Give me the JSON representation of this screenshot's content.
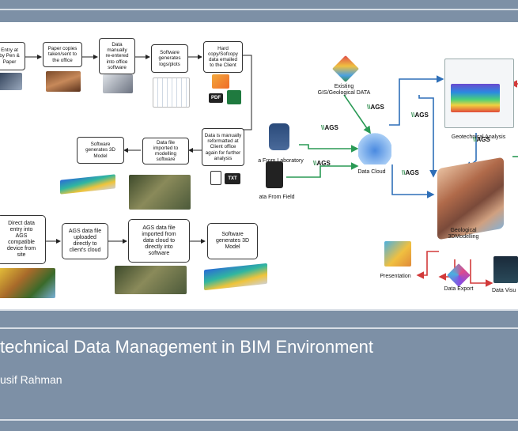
{
  "slide": {
    "title": "technical Data Management in BIM Environment",
    "author": "usif Rahman"
  },
  "traditional_flow": {
    "boxes": [
      "Entry at\nby Pen &\nPaper",
      "Paper copies\ntaken/sent to\nthe office",
      "Data\nmanually\nre-entered\ninto office\nsoftware",
      "Software\ngenerates\nlogs/plots",
      "Hard\ncopy/Sofcopy\ndata emailed\nto the Client",
      "Data is manually\nreformatted at\nClient office\nagain for further\nanalysis",
      "Data file\nimported to\nmodelling\nsoftware",
      "Software\ngenerates 3D\nModel"
    ],
    "file_icons": [
      "PDF",
      "TXT"
    ]
  },
  "digital_flow": {
    "boxes": [
      "Direct data\nentry into\nAGS\ncompatible\ndevice from\nsite",
      "AGS data file\nuploaded\ndirectly to\nclient's cloud",
      "AGS data file\nimported from\ndata cloud to\ndirectly into\nsoftware",
      "Software\ngenerates 3D\nModel"
    ]
  },
  "bim_diagram": {
    "labels": {
      "gis": "Existing\nGIS/Geological DATA",
      "geotech": "Geotechnical Analysis",
      "lab": "a From Laboratory",
      "field": "ata From Field",
      "cloud": "Data Cloud",
      "geomodel": "Geological\n3DModelling",
      "presentation": "Presentation",
      "export": "Data Export",
      "visual": "Data Visu"
    },
    "ags_label": "AGS"
  },
  "colors": {
    "background": "#7d90a6",
    "arrow_blue": "#2e6fb8",
    "arrow_green": "#2a9a55",
    "arrow_red": "#d23a3a",
    "arrow_black": "#222222"
  }
}
